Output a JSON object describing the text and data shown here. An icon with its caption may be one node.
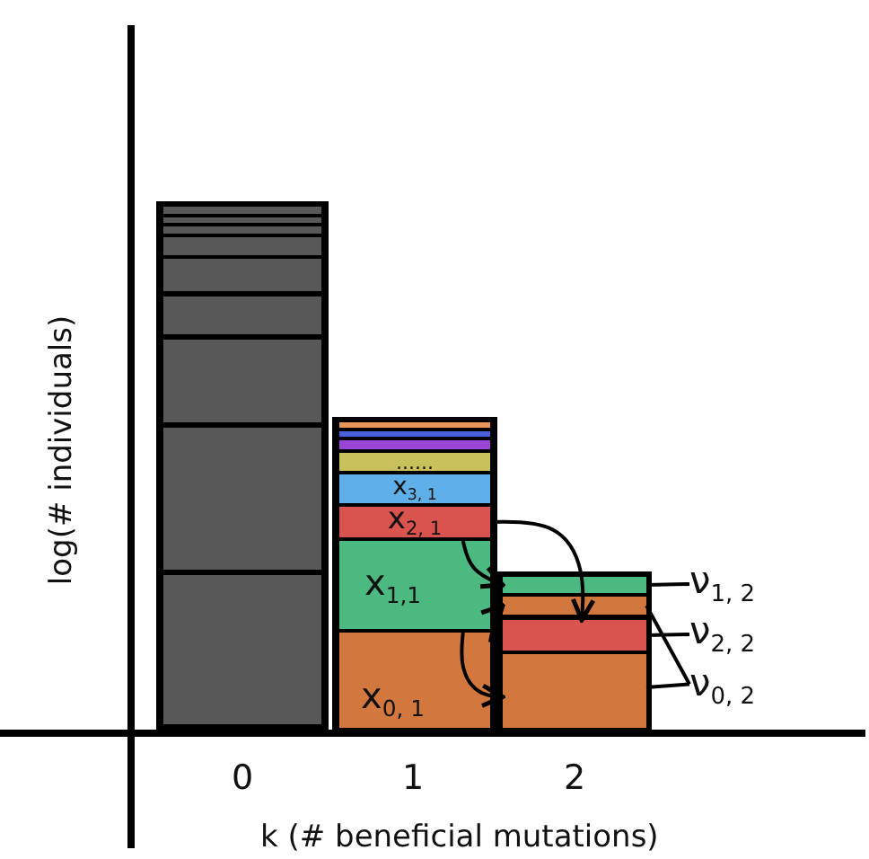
{
  "diagram": {
    "nodes": [
      {
        "text": [
          "......"
        ]
      },
      {
        "text": [
          "x$_{3, 1}$"
        ]
      },
      {
        "text": [
          "x$_{2, 1}$"
        ]
      },
      {
        "text": [
          "x$_{1,1}$"
        ]
      },
      {
        "text": [
          "x$_{0, 1}$"
        ]
      },
      {
        "text": [],
        "shape": "bar"
      },
      {
        "text": [],
        "shape": "bar"
      },
      {
        "text": [],
        "shape": "bar"
      },
      {
        "text": [],
        "shape": "bar"
      },
      {
        "text": [
          "ν$_{1, 2}$"
        ]
      },
      {
        "text": [
          "ν$_{2, 2}$"
        ]
      },
      {
        "text": [
          "ν$_{0, 2}$"
        ]
      }
    ],
    "edges": [
      {
        "from": 2,
        "to": 7,
        "arrow": "to"
      },
      {
        "from": 3,
        "to": 5,
        "arrow": "to"
      },
      {
        "from": 4,
        "to": 6,
        "arrow": "to"
      },
      {
        "from": 4,
        "to": 8,
        "arrow": "to"
      },
      {
        "from": 9,
        "to": 5,
        "arrow": "none"
      },
      {
        "from": 10,
        "to": 7,
        "arrow": "none"
      },
      {
        "from": 11,
        "to": 6,
        "arrow": "none"
      },
      {
        "from": 11,
        "to": 8,
        "arrow": "none"
      }
    ],
    "labels": [
      "log(# individuals)",
      "0",
      "1",
      "2",
      "k (# beneficial mutations)"
    ]
  }
}
